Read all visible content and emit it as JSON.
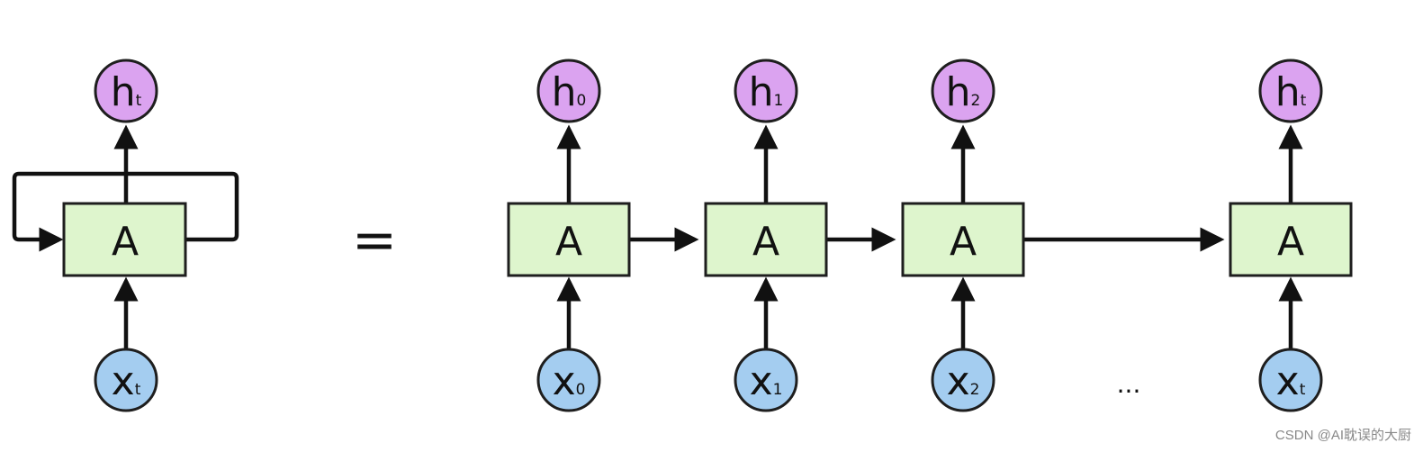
{
  "diagram": {
    "folded": {
      "cell_label": "A",
      "output": {
        "main": "h",
        "sub": "t"
      },
      "input": {
        "main": "x",
        "sub": "t"
      }
    },
    "equals_sign": "=",
    "unrolled": [
      {
        "cell_label": "A",
        "output": {
          "main": "h",
          "sub": "0"
        },
        "input": {
          "main": "x",
          "sub": "0"
        }
      },
      {
        "cell_label": "A",
        "output": {
          "main": "h",
          "sub": "1"
        },
        "input": {
          "main": "x",
          "sub": "1"
        }
      },
      {
        "cell_label": "A",
        "output": {
          "main": "h",
          "sub": "2"
        },
        "input": {
          "main": "x",
          "sub": "2"
        }
      },
      {
        "cell_label": "A",
        "output": {
          "main": "h",
          "sub": "t"
        },
        "input": {
          "main": "x",
          "sub": "t"
        }
      }
    ],
    "ellipsis": "...",
    "colors": {
      "cell_fill": "#def5cd",
      "output_fill": "#dba3f0",
      "input_fill": "#a4cdf0",
      "stroke": "#1e1e1e"
    }
  },
  "watermark": "CSDN @AI耽误的大厨"
}
